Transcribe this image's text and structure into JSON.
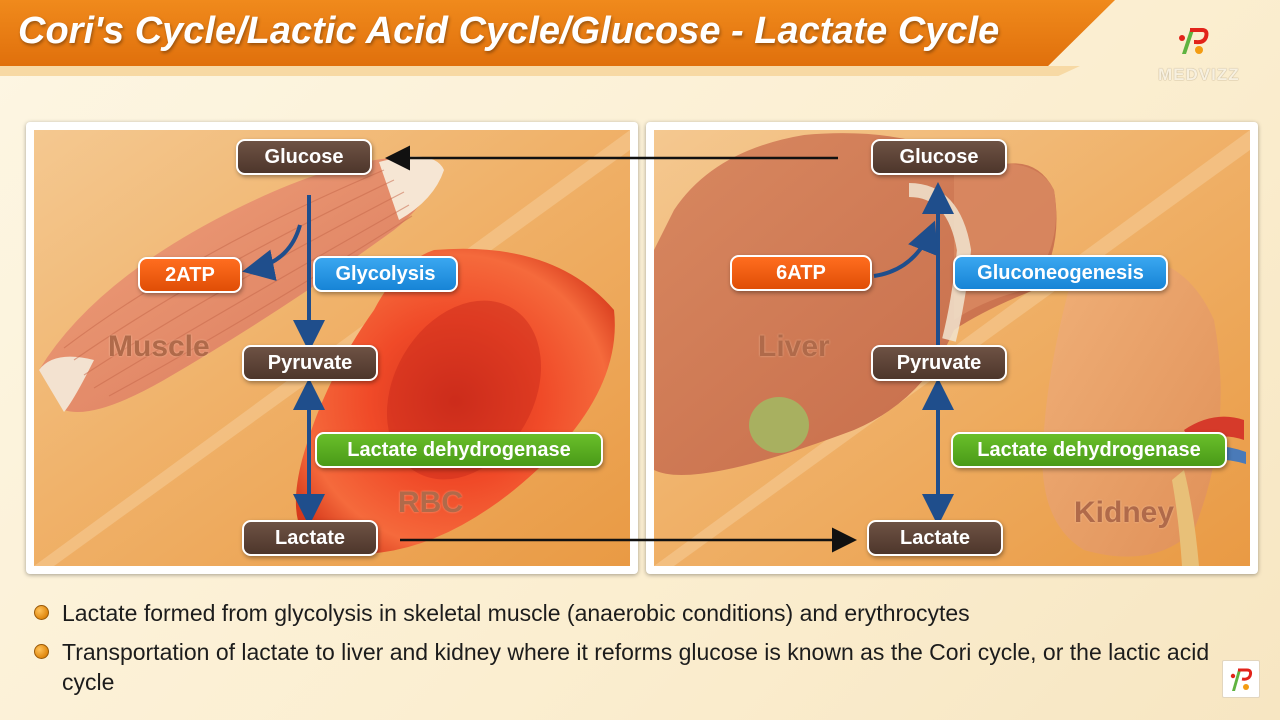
{
  "title": "Cori's Cycle/Lactic Acid Cycle/Glucose - Lactate Cycle",
  "brand": "MEDVIZZ",
  "left_panel": {
    "organ_labels": {
      "muscle": "Muscle",
      "rbc": "RBC"
    },
    "nodes": {
      "glucose": "Glucose",
      "atp": "2ATP",
      "process": "Glycolysis",
      "pyruvate": "Pyruvate",
      "enzyme": "Lactate dehydrogenase",
      "lactate": "Lactate"
    }
  },
  "right_panel": {
    "organ_labels": {
      "liver": "Liver",
      "kidney": "Kidney"
    },
    "nodes": {
      "glucose": "Glucose",
      "atp": "6ATP",
      "process": "Gluconeogenesis",
      "pyruvate": "Pyruvate",
      "enzyme": "Lactate dehydrogenase",
      "lactate": "Lactate"
    }
  },
  "bullets": [
    "Lactate formed from glycolysis in skeletal muscle (anaerobic conditions) and erythrocytes",
    "Transportation of lactate to liver and kidney where it reforms glucose is known as the Cori cycle, or the lactic acid cycle"
  ],
  "colors": {
    "title_bar": "#e87a12",
    "metabolite": "#5a4034",
    "atp": "#f05a10",
    "process": "#2196e8",
    "enzyme": "#55a81e",
    "arrow_vertical": "#1f4e8c",
    "arrow_horizontal": "#111111"
  }
}
